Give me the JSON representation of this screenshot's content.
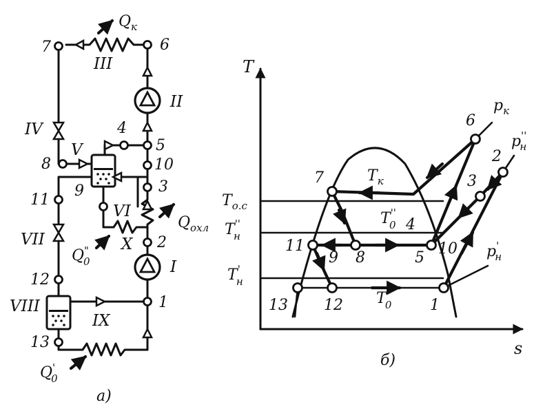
{
  "scheme": {
    "caption": "а)",
    "points": [
      "1",
      "2",
      "3",
      "4",
      "5",
      "6",
      "7",
      "8",
      "9",
      "10",
      "11",
      "12",
      "13"
    ],
    "elements": {
      "I": "I",
      "II": "II",
      "III": "III",
      "IV": "IV",
      "V": "V",
      "VI": "VI",
      "VII": "VII",
      "VIII": "VIII",
      "IX": "IX",
      "X": "X"
    },
    "heat": {
      "condenser_main": "Q",
      "condenser_sub": "к",
      "cooler_main": "Q",
      "cooler_sub": "охл",
      "evap_hi_main": "Q",
      "evap_hi_sup": "\"",
      "evap_hi_sub": "0",
      "evap_lo_main": "Q",
      "evap_lo_sup": "'",
      "evap_lo_sub": "0"
    }
  },
  "ts_diagram": {
    "caption": "б)",
    "axis_y": "T",
    "axis_x": "s",
    "points": [
      "1",
      "2",
      "3",
      "4",
      "5",
      "6",
      "7",
      "8",
      "9",
      "10",
      "11",
      "12",
      "13"
    ],
    "temps": {
      "tos_main": "T",
      "tos_sub": "о.с",
      "thi_main": "T",
      "thi_sup": "''",
      "thi_sub": "н",
      "tlo_main": "T",
      "tlo_sup": "'",
      "tlo_sub": "н"
    },
    "curve_labels": {
      "tk_main": "T",
      "tk_sub": "к",
      "t0hi_main": "T",
      "t0hi_sup": "''",
      "t0hi_sub": "0",
      "t0lo_main": "T",
      "t0lo_sup": "'",
      "t0lo_sub": "0"
    },
    "pressures": {
      "pk_main": "p",
      "pk_sub": "к",
      "phi_main": "p",
      "phi_sup": "''",
      "phi_sub": "н",
      "plo_main": "p",
      "plo_sup": "'",
      "plo_sub": "н"
    }
  }
}
